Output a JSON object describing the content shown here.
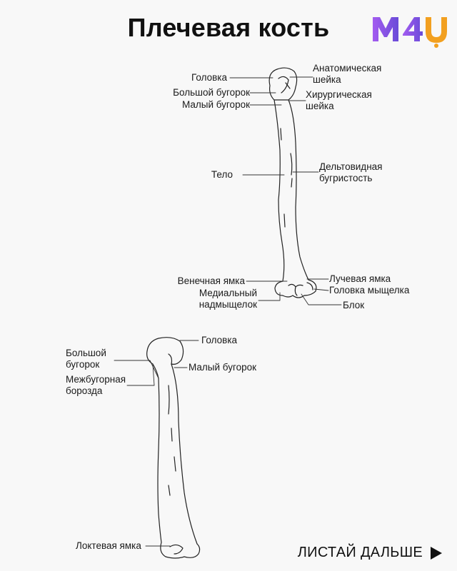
{
  "title": "Плечевая кость",
  "brand": {
    "logo_text": "M4U",
    "accent": "#a35cf0",
    "accent2": "#f2a020"
  },
  "front_view": {
    "labels": {
      "head": "Головка",
      "greater_tubercle": "Большой бугорок",
      "lesser_tubercle": "Малый бугорок",
      "anatomical_neck": [
        "Анатомическая",
        "шейка"
      ],
      "surgical_neck": [
        "Хирургическая",
        "шейка"
      ],
      "body": "Тело",
      "deltoid_tuberosity": [
        "Дельтовидная",
        "бугристость"
      ],
      "coronoid_fossa": "Венечная ямка",
      "medial_epicondyle": [
        "Медиальный",
        "надмыщелок"
      ],
      "radial_fossa": "Лучевая ямка",
      "capitulum": "Головка мыщелка",
      "trochlea": "Блок"
    }
  },
  "back_view": {
    "labels": {
      "head": "Головка",
      "greater_tubercle": [
        "Большой",
        "бугорок"
      ],
      "lesser_tubercle": "Малый бугорок",
      "intertubercular_groove": [
        "Межбугорная",
        "борозда"
      ],
      "olecranon_fossa": "Локтевая ямка"
    }
  },
  "cta": {
    "label": "ЛИСТАЙ ДАЛЬШЕ",
    "icon": "play-arrow-icon"
  }
}
